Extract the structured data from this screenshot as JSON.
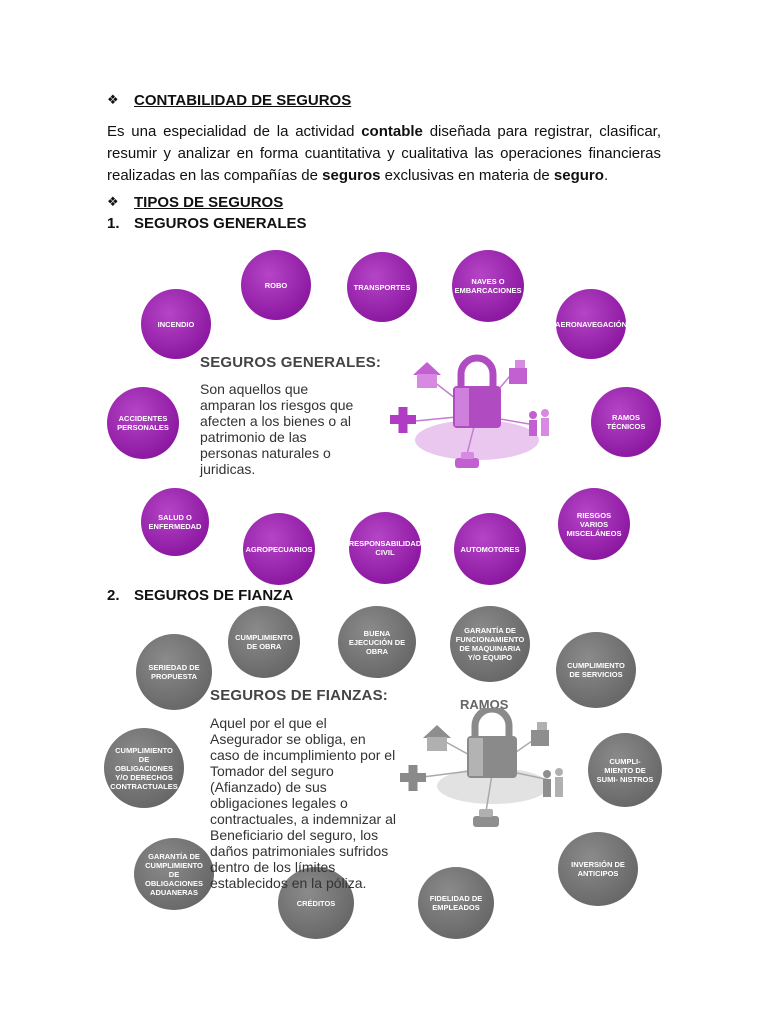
{
  "section1": {
    "bullet_icon": "diamond-bullet-icon",
    "title": "CONTABILIDAD DE SEGUROS",
    "para": {
      "t1": "Es una especialidad de la actividad ",
      "b1": "contable",
      "t2": " diseñada para registrar, clasificar, resumir y analizar en forma cuantitativa y cualitativa las operaciones financieras realizadas en las compañías de ",
      "b2": "seguros",
      "t3": " exclusivas en materia de ",
      "b3": "seguro",
      "t4": "."
    }
  },
  "section2": {
    "bullet_icon": "diamond-outline-bullet-icon",
    "title": "TIPOS DE SEGUROS",
    "sub1": {
      "number": "1.",
      "title": "SEGUROS GENERALES"
    },
    "sub2": {
      "number": "2.",
      "title": "SEGUROS DE FIANZA"
    }
  },
  "generales": {
    "block_title": "SEGUROS GENERALES:",
    "block_text": [
      "Son aquellos que",
      "amparan los riesgos que",
      "afecten a los bienes o al",
      "patrimonio de las",
      "personas naturales o",
      "juridicas."
    ],
    "circles": [
      "Robo",
      "Transportes",
      "Naves o embarcaciones",
      "Incendio",
      "Aeronavegación",
      "Accidentes personales",
      "Ramos técnicos",
      "Salud o enfermedad",
      "Riesgos varios misceláneos",
      "Agropecuarios",
      "Responsabilidad civil",
      "Automotores"
    ],
    "color": "#8e1aa3"
  },
  "fianza": {
    "block_title": "SEGUROS DE FIANZAS:",
    "ramos_label": "RAMOS",
    "block_text": [
      "Aquel por el que el",
      "Asegurador se obliga, en",
      "caso de incumplimiento por el",
      "Tomador del seguro",
      "(Afianzado) de sus",
      "obligaciones legales o",
      "contractuales, a indemnizar al",
      "Beneficiario del seguro, los",
      "daños patrimoniales sufridos",
      "dentro de los límites",
      "establecidos en la póliza."
    ],
    "circles": [
      "Cumplimiento de obra",
      "Buena ejecución de obra",
      "Garantía de funcionamiento de maquinaria y/o equipo",
      "Seriedad de propuesta",
      "Cumplimiento de servicios",
      "Cumplimiento de obligaciones y/o derechos contractuales",
      "Cumpli- miento de sumi- nistros",
      "Garantía de cumplimiento de obligaciones aduaneras",
      "Inversión de anticipos",
      "Créditos",
      "Fidelidad de empleados"
    ],
    "color": "#6a6a6a"
  }
}
